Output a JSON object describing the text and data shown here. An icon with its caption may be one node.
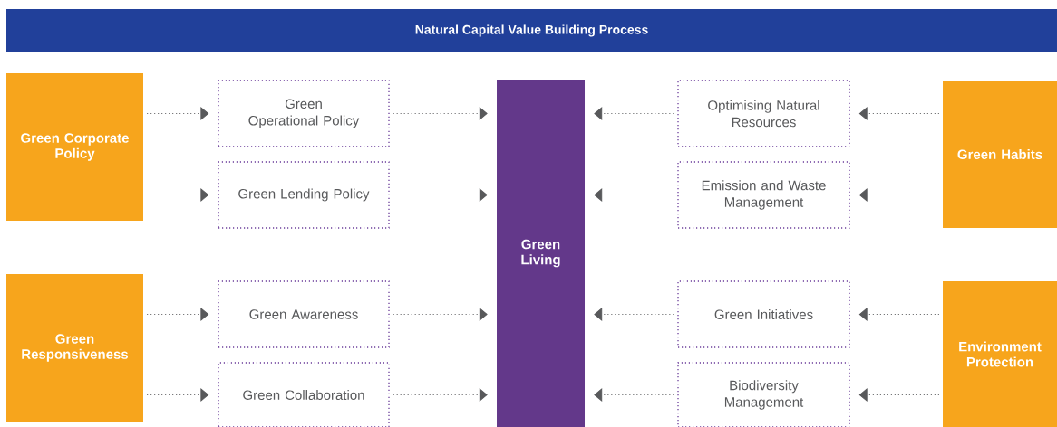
{
  "diagram": {
    "title": "Natural Capital Value Building Process",
    "nodes": [
      {
        "text": [
          "Green Corporate Policy"
        ]
      },
      {
        "text": [
          "Green Operational Policy"
        ]
      },
      {
        "text": [
          "Green Lending Policy"
        ]
      },
      {
        "text": [
          "Green Responsiveness"
        ]
      },
      {
        "text": [
          "Green Awareness"
        ]
      },
      {
        "text": [
          "Green Collaboration"
        ]
      },
      {
        "text": [
          "Green Living"
        ]
      },
      {
        "text": [
          "Green Habits"
        ]
      },
      {
        "text": [
          "Optimising Natural Resources"
        ]
      },
      {
        "text": [
          "Emission and Waste Management"
        ]
      },
      {
        "text": [
          "Environment Protection"
        ]
      },
      {
        "text": [
          "Green Initiatives"
        ]
      },
      {
        "text": [
          "Biodiversity Management"
        ]
      }
    ],
    "edges": [
      {
        "from": 0,
        "to": 1,
        "arrow": "to"
      },
      {
        "from": 0,
        "to": 2,
        "arrow": "to"
      },
      {
        "from": 1,
        "to": 6,
        "arrow": "to"
      },
      {
        "from": 2,
        "to": 6,
        "arrow": "to"
      },
      {
        "from": 3,
        "to": 4,
        "arrow": "to"
      },
      {
        "from": 3,
        "to": 5,
        "arrow": "to"
      },
      {
        "from": 4,
        "to": 6,
        "arrow": "to"
      },
      {
        "from": 5,
        "to": 6,
        "arrow": "to"
      },
      {
        "from": 7,
        "to": 8,
        "arrow": "to"
      },
      {
        "from": 7,
        "to": 9,
        "arrow": "to"
      },
      {
        "from": 8,
        "to": 6,
        "arrow": "to"
      },
      {
        "from": 9,
        "to": 6,
        "arrow": "to"
      },
      {
        "from": 10,
        "to": 11,
        "arrow": "to"
      },
      {
        "from": 10,
        "to": 12,
        "arrow": "to"
      },
      {
        "from": 11,
        "to": 6,
        "arrow": "to"
      },
      {
        "from": 12,
        "to": 6,
        "arrow": "to"
      }
    ]
  }
}
